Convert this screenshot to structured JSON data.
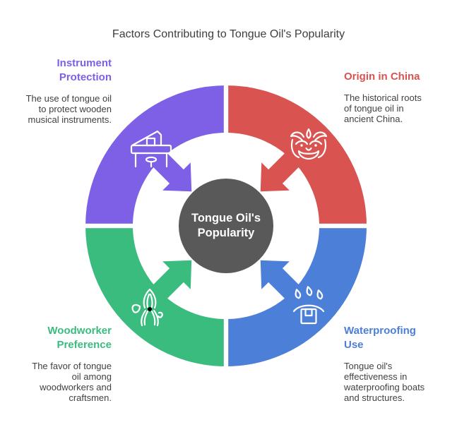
{
  "title": "Factors Contributing to Tongue Oil's Popularity",
  "title_color": "#3c3f43",
  "body_text_color": "#3f4245",
  "center": {
    "label": "Tongue Oil's\nPopularity",
    "bg": "#595959",
    "text_color": "#ffffff"
  },
  "sections": {
    "instrument_protection": {
      "heading": "Instrument\nProtection",
      "description": "The use of tongue oil\nto protect wooden\nmusical instruments.",
      "color": "#7d60e6",
      "icon": "grand-piano-icon",
      "position": "top-left"
    },
    "origin_in_china": {
      "heading": "Origin in China",
      "description": "The historical roots\nof tongue oil in\nancient China.",
      "color": "#d95350",
      "icon": "lion-dance-head-icon",
      "position": "top-right"
    },
    "woodworker_preference": {
      "heading": "Woodworker\nPreference",
      "description": "The favor of tongue\noil among\nwoodworkers and\ncraftsmen.",
      "color": "#3abc7e",
      "icon": "pliers-icon",
      "position": "bottom-left"
    },
    "waterproofing_use": {
      "heading": "Waterproofing\nUse",
      "description": "Tongue oil's\neffectiveness in\nwaterproofing boats\nand structures.",
      "color": "#4c7fd8",
      "icon": "water-drops-package-icon",
      "position": "bottom-right"
    }
  }
}
